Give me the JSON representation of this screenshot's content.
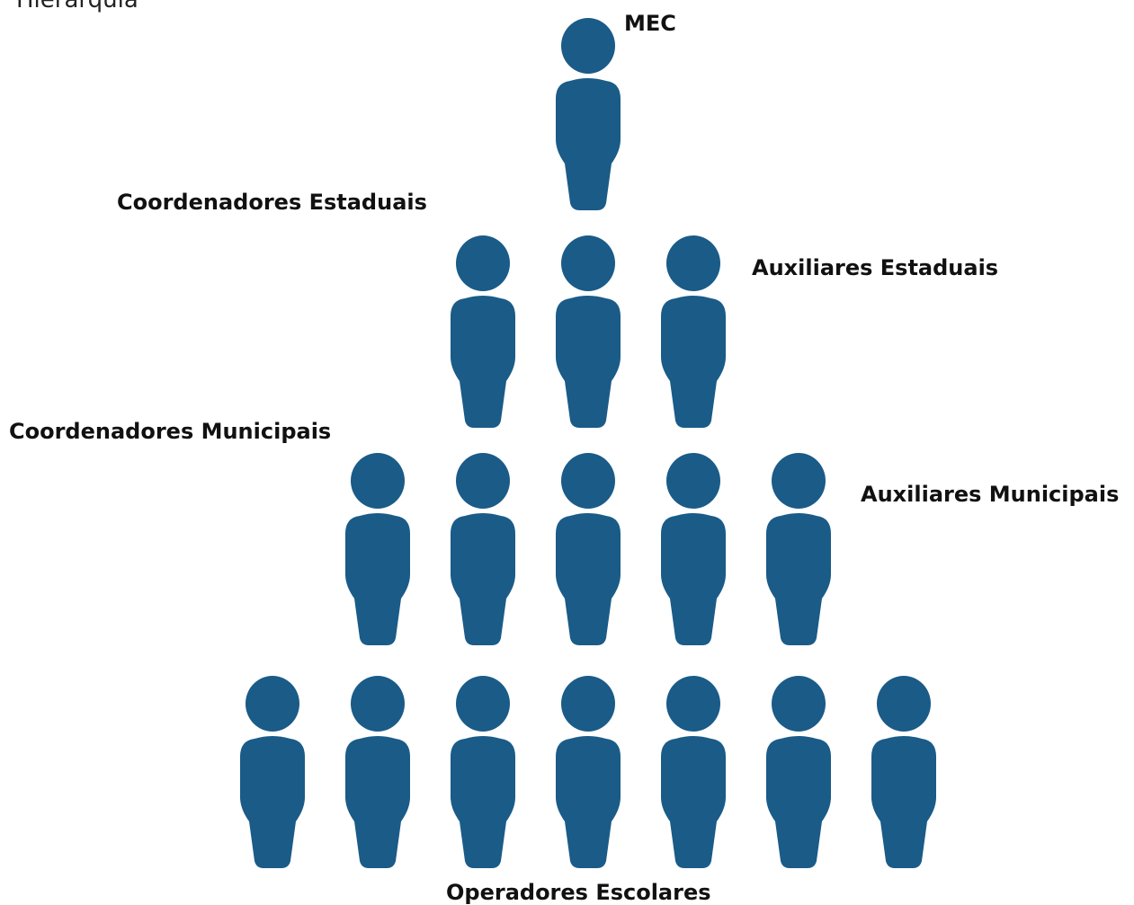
{
  "title": "Hierarquia",
  "colors": {
    "figure": "#1a5b88",
    "text": "#111111"
  },
  "icon": "person-icon",
  "levels": [
    {
      "id": "mec",
      "label": "MEC",
      "count": 1
    },
    {
      "id": "estadual",
      "label_left": "Coordenadores Estaduais",
      "label_right": "Auxiliares Estaduais",
      "count": 3
    },
    {
      "id": "municipal",
      "label_left": "Coordenadores Municipais",
      "label_right": "Auxiliares Municipais",
      "count": 5
    },
    {
      "id": "escolar",
      "label": "Operadores Escolares",
      "count": 7
    }
  ]
}
